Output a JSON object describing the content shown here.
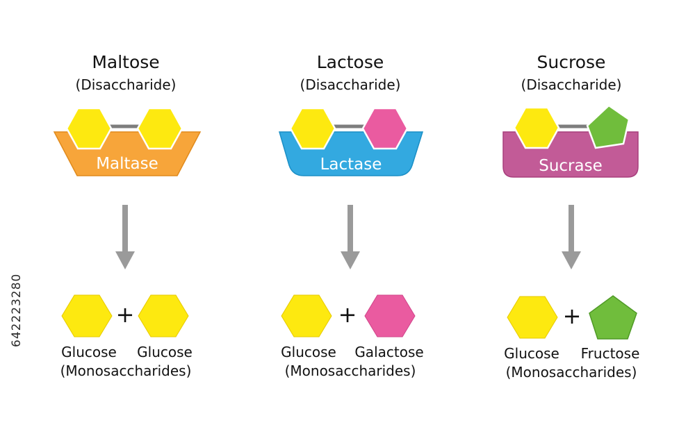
{
  "colors": {
    "glucose": "#fde910",
    "galactose": "#ea5ba0",
    "fructose": "#70bd3c",
    "maltase": "#f7a53a",
    "lactase": "#33a9e0",
    "sucrase": "#c25b97",
    "arrow": "#9a9a9a",
    "bond": "#7d7d7d"
  },
  "panels": [
    {
      "title": "Maltose",
      "subtitle": "(Disaccharide)",
      "enzyme": "Maltase",
      "products": [
        "Glucose",
        "Glucose"
      ],
      "products_label": "(Monosaccharides)",
      "plus": "+"
    },
    {
      "title": "Lactose",
      "subtitle": "(Disaccharide)",
      "enzyme": "Lactase",
      "products": [
        "Glucose",
        "Galactose"
      ],
      "products_label": "(Monosaccharides)",
      "plus": "+"
    },
    {
      "title": "Sucrose",
      "subtitle": "(Disaccharide)",
      "enzyme": "Sucrase",
      "products": [
        "Glucose",
        "Fructose"
      ],
      "products_label": "(Monosaccharides)",
      "plus": "+"
    }
  ],
  "watermark_id": "642223280"
}
